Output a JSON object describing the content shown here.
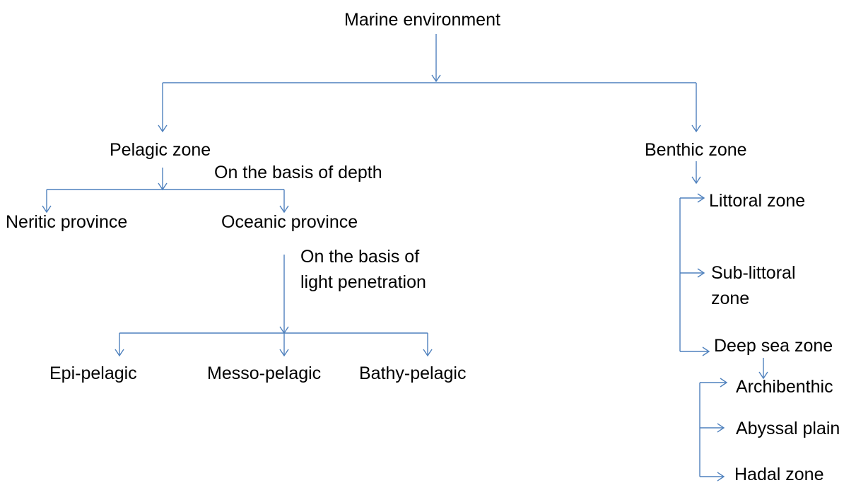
{
  "nodes": {
    "root": "Marine environment",
    "pelagic": "Pelagic zone",
    "benthic": "Benthic zone",
    "depth_note": "On the basis of depth",
    "neritic": "Neritic province",
    "oceanic": "Oceanic province",
    "light_note_1": "On the basis of",
    "light_note_2": "light penetration",
    "epi": "Epi-pelagic",
    "messo": "Messo-pelagic",
    "bathy": "Bathy-pelagic",
    "littoral": "Littoral zone",
    "sublittoral_1": "Sub-littoral",
    "sublittoral_2": "zone",
    "deepsea": "Deep sea zone",
    "archibenthic": "Archibenthic",
    "abyssal": "Abyssal plain",
    "hadal": "Hadal zone"
  },
  "colors": {
    "connector": "#4f81bd",
    "text": "#000000",
    "background": "#ffffff"
  }
}
